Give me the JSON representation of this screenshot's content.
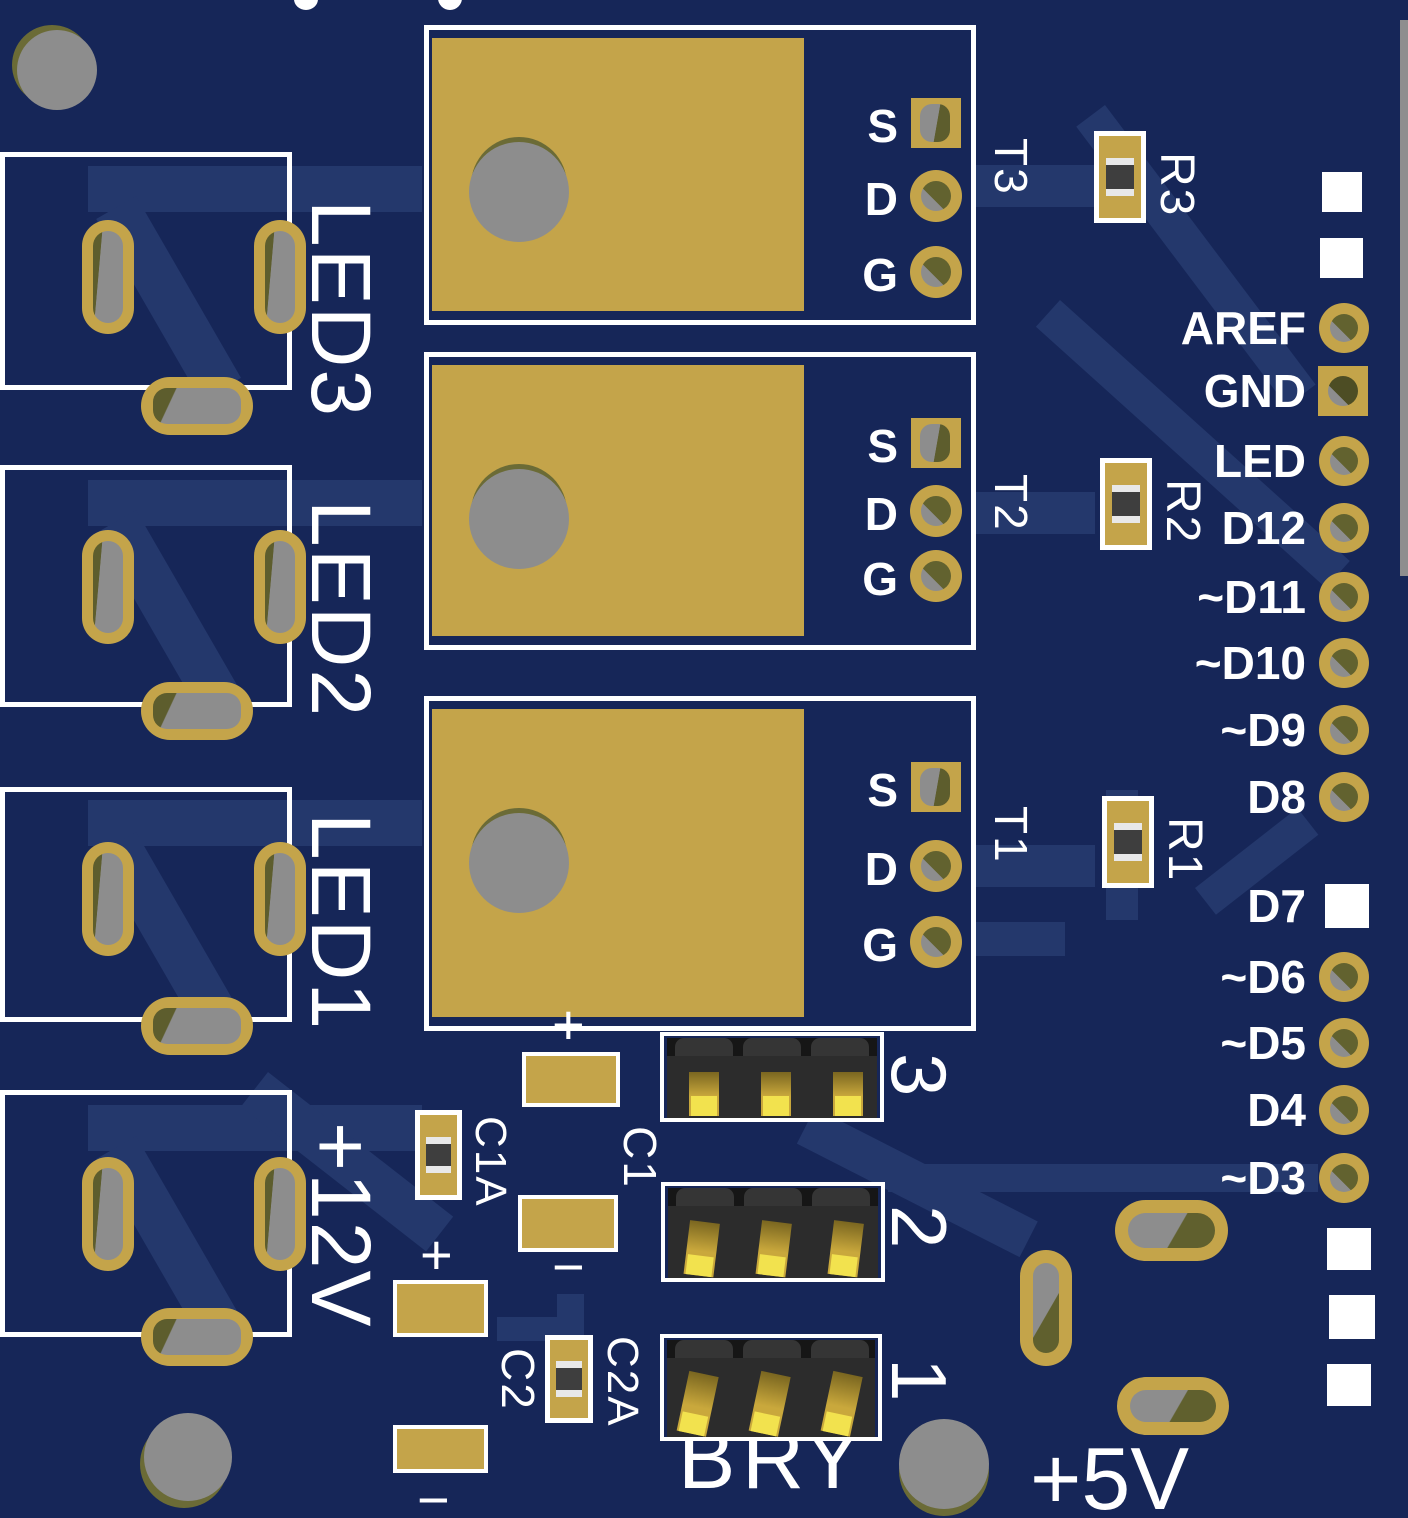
{
  "colors": {
    "board": "#162658",
    "trace": "#24386c",
    "gold_pad": "#c4a44a",
    "hole_gray": "#8d8d8d",
    "olive": "#6b6b36",
    "silkscreen": "#ffffff",
    "header_plastic": "#2c2c2c",
    "pin_tip_yellow": "#f2e24e",
    "smd_body": "#3e3e3e"
  },
  "led_connectors": [
    {
      "label": "LED3"
    },
    {
      "label": "LED2"
    },
    {
      "label": "LED1"
    },
    {
      "label": "+12V"
    }
  ],
  "mosfets": [
    {
      "ref": "T3",
      "pin_labels": [
        "S",
        "D",
        "G"
      ]
    },
    {
      "ref": "T2",
      "pin_labels": [
        "S",
        "D",
        "G"
      ]
    },
    {
      "ref": "T1",
      "pin_labels": [
        "S",
        "D",
        "G"
      ]
    }
  ],
  "resistors": [
    {
      "ref": "R3"
    },
    {
      "ref": "R2"
    },
    {
      "ref": "R1"
    }
  ],
  "capacitors": [
    {
      "ref": "C1",
      "aux_ref": "C1A",
      "plus": "+",
      "minus": "−"
    },
    {
      "ref": "C2",
      "aux_ref": "C2A",
      "plus": "+",
      "minus": "−"
    }
  ],
  "signal_headers": [
    {
      "label": "3"
    },
    {
      "label": "2"
    },
    {
      "label": "1"
    }
  ],
  "header_column_labels": [
    "B",
    "R",
    "Y"
  ],
  "arduino_pin_row": [
    {
      "label": "AREF",
      "pad": "circle"
    },
    {
      "label": "GND",
      "pad": "gold-square"
    },
    {
      "label": "LED",
      "pad": "circle"
    },
    {
      "label": "D12",
      "pad": "circle"
    },
    {
      "label": "~D11",
      "pad": "circle"
    },
    {
      "label": "~D10",
      "pad": "circle"
    },
    {
      "label": "~D9",
      "pad": "circle"
    },
    {
      "label": "D8",
      "pad": "circle"
    },
    {
      "label": "D7",
      "pad": "white-square"
    },
    {
      "label": "~D6",
      "pad": "circle"
    },
    {
      "label": "~D5",
      "pad": "circle"
    },
    {
      "label": "D4",
      "pad": "circle"
    },
    {
      "label": "~D3",
      "pad": "circle"
    }
  ],
  "power_label_5v": "+5V"
}
